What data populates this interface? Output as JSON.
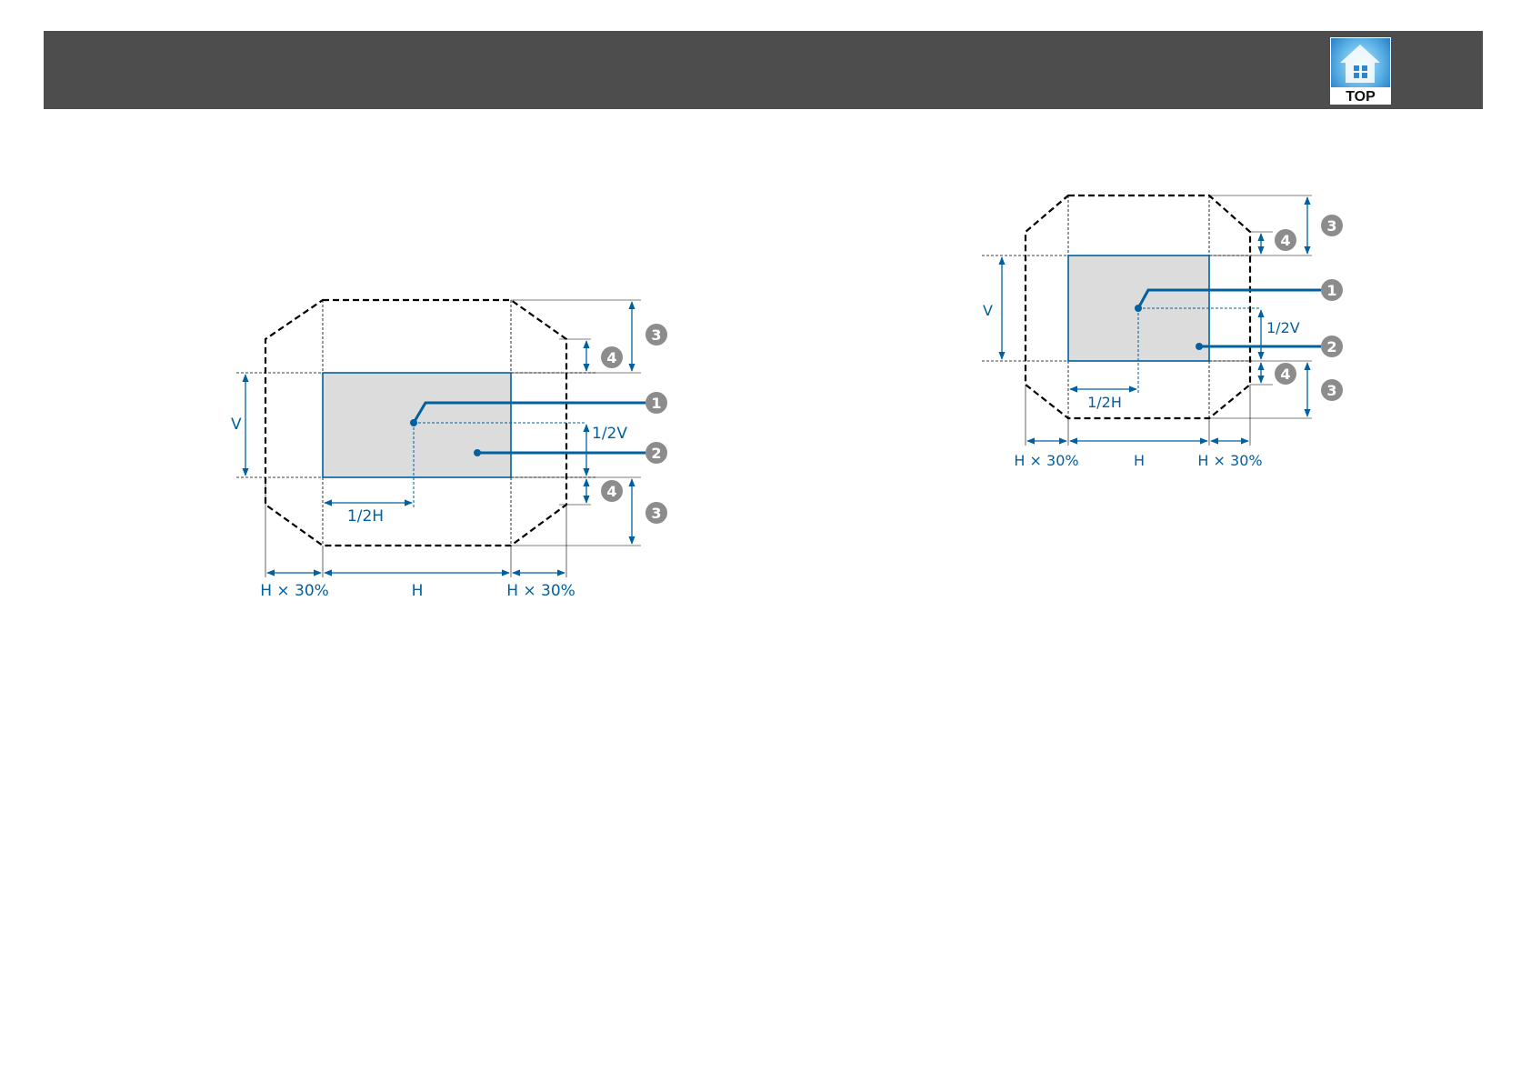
{
  "header": {
    "top_button_label": "TOP",
    "top_button_icon": "house-icon"
  },
  "colors": {
    "header_bar": "#4d4d4d",
    "dimension_blue": "#0060a0",
    "image_gray": "#dcdcdc",
    "callout_gray": "#8c8c8c"
  },
  "diagram_left": {
    "dim_v": "V",
    "dim_half_v": "1/2V",
    "dim_half_h": "1/2H",
    "dim_left": "H × 30%",
    "dim_h": "H",
    "dim_right": "H × 30%",
    "callout_1": "1",
    "callout_2": "2",
    "callout_3_top": "3",
    "callout_4_top": "4",
    "callout_4_bottom": "4",
    "callout_3_bottom": "3"
  },
  "diagram_right": {
    "dim_v": "V",
    "dim_half_v": "1/2V",
    "dim_half_h": "1/2H",
    "dim_left": "H × 30%",
    "dim_h": "H",
    "dim_right": "H × 30%",
    "callout_1": "1",
    "callout_2": "2",
    "callout_3_top": "3",
    "callout_4_top": "4",
    "callout_4_bottom": "4",
    "callout_3_bottom": "3"
  }
}
